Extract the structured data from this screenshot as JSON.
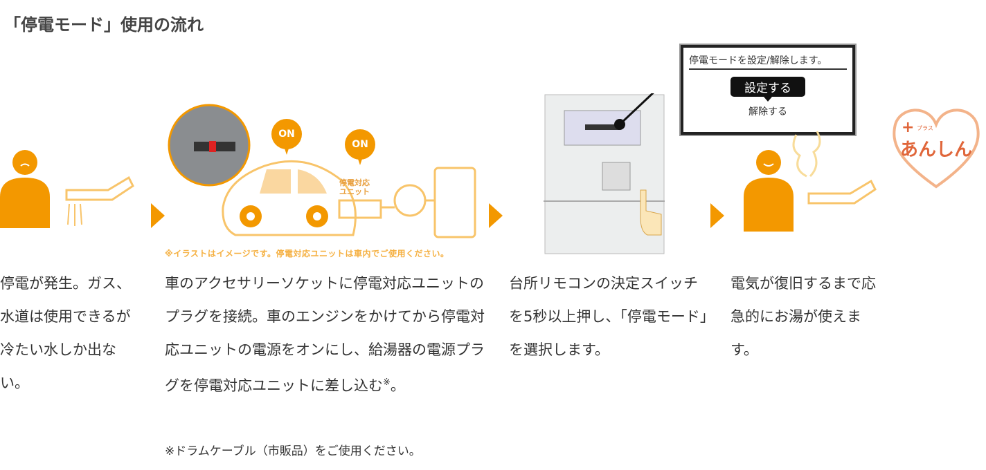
{
  "title": "「停電モード」使用の流れ",
  "steps": [
    {
      "text": "停電が発生。ガス、水道は使用できるが冷たい水しか出ない。"
    },
    {
      "text": "車のアクセサリーソケットに停電対応ユニットのプラグを接続。車のエンジンをかけてから停電対応ユニットの電源をオンにし、給湯器の電源プラグを停電対応ユニットに差し込む",
      "sup": "※",
      "end": "。",
      "note": "※ドラムケーブル（市販品）をご使用ください。"
    },
    {
      "text": "台所リモコンの決定スイッチを5秒以上押し、「停電モード」を選択します。"
    },
    {
      "text": "電気が復旧するまで応急的にお湯が使えます。"
    }
  ],
  "illustration": {
    "on_label_1": "ON",
    "on_label_2": "ON",
    "unit_label_1": "停電対応",
    "unit_label_2": "ユニット",
    "caption": "※イラストはイメージです。停電対応ユニットは車内でご使用ください。",
    "popup_title": "停電モードを設定/解除します。",
    "popup_set": "設定する",
    "popup_cancel": "解除する",
    "badge_plus": "+",
    "badge_small": "プラス",
    "badge_text": "あんしん"
  },
  "colors": {
    "accent": "#f39800",
    "light": "#f8c46a",
    "badge": "#e0663a"
  }
}
